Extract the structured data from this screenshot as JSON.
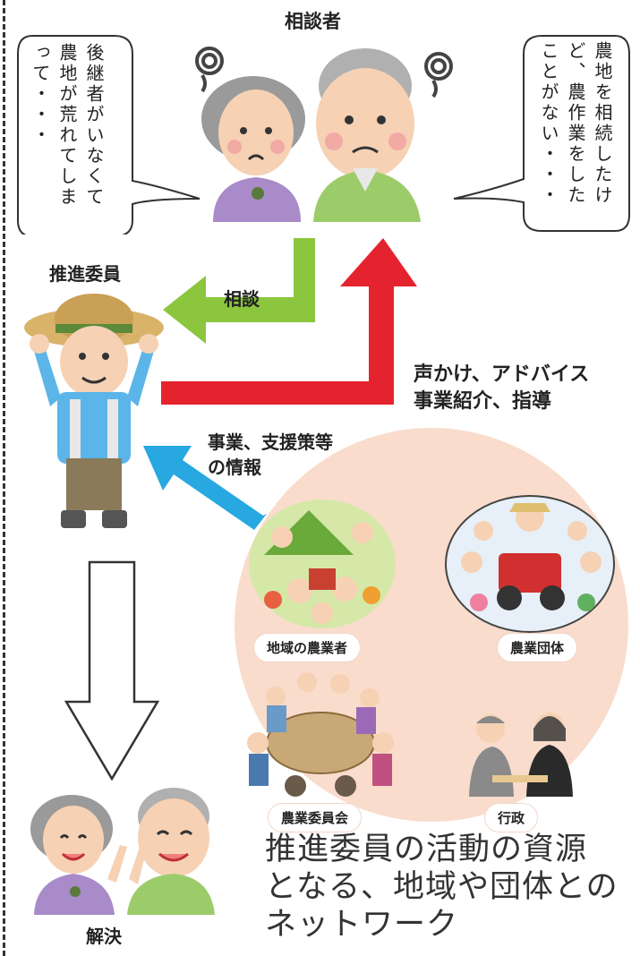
{
  "consultee_label": "相談者",
  "bubble_left_text": "後継者がいなくて農地が荒れてしまって・・・",
  "bubble_right_text": "農地を相続したけど、農作業をしたことがない・・・",
  "promoter_label": "推進委員",
  "arrow_consult_label": "相談",
  "arrow_advice_label_line1": "声かけ、アドバイス",
  "arrow_advice_label_line2": "事業紹介、指導",
  "arrow_info_label_line1": "事業、支援策等",
  "arrow_info_label_line2": "の情報",
  "resources": {
    "farmers": "地域の農業者",
    "groups": "農業団体",
    "committee": "農業委員会",
    "government": "行政"
  },
  "solution_label": "解決",
  "caption": {
    "line1": "推進委員の活動の資源",
    "line2": "となる、地域や団体との",
    "line3": "ネットワーク"
  },
  "colors": {
    "consult_arrow": "#8cc63e",
    "advice_arrow": "#e5232e",
    "info_arrow": "#27a8e0",
    "network_circle": "#f9dccc"
  }
}
